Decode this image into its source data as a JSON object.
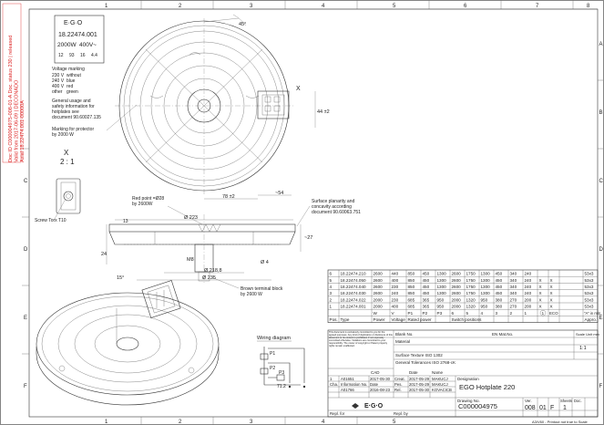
{
  "frame": {
    "cols": [
      "1",
      "2",
      "3",
      "4",
      "5",
      "6",
      "7",
      "8"
    ],
    "rows": [
      "A",
      "B",
      "C",
      "D",
      "E",
      "F"
    ]
  },
  "doc_stamp": {
    "line1": "Doc ID C000004975-008-01-A  Doc. status 230 | released",
    "line2": "Valid from 2017-06-09 | DECONADO",
    "line3": "Axial 18.22474.001-00000A"
  },
  "rating_label": {
    "part": "18.22474.001",
    "power": "2000W",
    "voltage": "400V~",
    "small": [
      "12",
      "93",
      "16",
      "4.4"
    ]
  },
  "notes": {
    "voltage_title": "Voltage marking",
    "v_rows": [
      {
        "v": "230 V",
        "c": "without"
      },
      {
        "v": "240 V",
        "c": "blue"
      },
      {
        "v": "400 V",
        "c": "red"
      },
      {
        "v": "other",
        "c": "green"
      }
    ],
    "general": [
      "General usage and",
      "safety information for",
      "hotplates see",
      "document 90.60027.135"
    ],
    "protector": [
      "Marking for protector",
      "by 2000 W"
    ],
    "detail_title": "X",
    "detail_scale": "2 : 1",
    "screw": "Screw Torx T10",
    "red_point": [
      "Red point =Ø28",
      "by 2600W"
    ],
    "surface": [
      "Surface planarity and",
      "concavity according",
      "document 90.60063.751"
    ],
    "terminal": [
      "Brown terminal block",
      "by 2600 W"
    ],
    "wiring_title": "Wiring diagram"
  },
  "dims": {
    "angle": "45°",
    "d1": "78 ±2",
    "d2": "~54",
    "d3": "44 ±2",
    "d4": "Ø 223",
    "d5": "Ø 218,8",
    "d6": "Ø 235",
    "d7": "M8",
    "d8": "Ø 4",
    "d9": "~27",
    "d10": "24",
    "d11": "13",
    "d12": "15°",
    "view_x": "X",
    "pins": [
      "P1",
      "P2",
      "P3",
      "71.2"
    ]
  },
  "variants": {
    "headers": [
      "Pos.",
      "Type",
      "Power",
      "Voltage",
      "Rated power",
      "Switch positions",
      "Appro."
    ],
    "units": [
      "W",
      "V",
      "P1",
      "P2",
      "P3",
      "6",
      "5",
      "4",
      "3",
      "2",
      "1"
    ],
    "rows": [
      {
        "pos": "6",
        "type": "18.22474.210",
        "w": "2600",
        "v": "440",
        "p1": "850",
        "p2": "450",
        "p3": "1300",
        "s6": "2600",
        "s5": "1750",
        "s4": "1300",
        "s3": "450",
        "s2": "340",
        "s1": "240",
        "c1": "",
        "c2": "",
        "appro": "53x3"
      },
      {
        "pos": "5",
        "type": "18.22474.050",
        "w": "2600",
        "v": "400",
        "p1": "850",
        "p2": "450",
        "p3": "1300",
        "s6": "2600",
        "s5": "1750",
        "s4": "1300",
        "s3": "450",
        "s2": "340",
        "s1": "240",
        "c1": "X",
        "c2": "X",
        "appro": "53x3"
      },
      {
        "pos": "4",
        "type": "18.22474.040",
        "w": "2600",
        "v": "230",
        "p1": "850",
        "p2": "450",
        "p3": "1300",
        "s6": "2600",
        "s5": "1750",
        "s4": "1300",
        "s3": "450",
        "s2": "340",
        "s1": "240",
        "c1": "X",
        "c2": "X",
        "appro": "53x3"
      },
      {
        "pos": "3",
        "type": "18.22474.030",
        "w": "2600",
        "v": "240",
        "p1": "850",
        "p2": "450",
        "p3": "1300",
        "s6": "2600",
        "s5": "1750",
        "s4": "1300",
        "s3": "450",
        "s2": "340",
        "s1": "240",
        "c1": "X",
        "c2": "X",
        "appro": "53x3"
      },
      {
        "pos": "2",
        "type": "18.22474.022",
        "w": "2000",
        "v": "230",
        "p1": "685",
        "p2": "365",
        "p3": "950",
        "s6": "2000",
        "s5": "1320",
        "s4": "950",
        "s3": "380",
        "s2": "270",
        "s1": "200",
        "c1": "X",
        "c2": "X",
        "appro": "53x3"
      },
      {
        "pos": "1",
        "type": "18.22474.001",
        "w": "2000",
        "v": "400",
        "p1": "685",
        "p2": "365",
        "p3": "950",
        "s6": "2000",
        "s5": "1320",
        "s4": "950",
        "s3": "380",
        "s2": "270",
        "s1": "200",
        "c1": "X",
        "c2": "X",
        "appro": "53x3"
      }
    ],
    "circle": "1",
    "eco": "ECO",
    "unit": "\"A\" in mm"
  },
  "title_block": {
    "blank_no": "Blank No.",
    "en_no": "EN Mat.No.",
    "scale_lbl": "Scale Unit mm",
    "material": "Material",
    "scale": "1:1",
    "surface": "Surface Texture  ISO 1302",
    "tolerances": "General Tolerances  ISO 2768-cK",
    "warning": "This document is exclusively committed to you for the agreed purposes. Any kind of duplication or disclosure of this document or its content is prohibited, if not expressly committed otherwise. Violations are committed to your responsibility. The owner of copyright or Patent property rights remain unaffected.",
    "cad_lbl": "CAD",
    "date_lbl": "Date",
    "name_lbl": "Name",
    "rev": [
      {
        "a": "1",
        "b": "A01651",
        "c": "2017-05-30",
        "d": "Creat.",
        "e": "2017-05-29",
        "f": "MAKUCJ"
      },
      {
        "a": "Cha.",
        "b": "Information No.",
        "c": "Date",
        "d": "Pes.",
        "e": "2017-05-29",
        "f": "MAKUCJ"
      },
      {
        "a": "",
        "b": "A01766",
        "c": "2016-08-23",
        "d": "Rel.",
        "e": "2017-05-30",
        "f": "KOVACICB"
      }
    ],
    "designation_lbl": "Designation",
    "designation": "EGO Hotplate 220",
    "logo": "E·G·O",
    "drawing_lbl": "Drawing No.",
    "drawing_no": "C000004975",
    "ver_lbl": "Ver.",
    "ver": "008",
    "ver2": "01",
    "ver3": "F",
    "sheets_lbl": "Sheets",
    "sheet": "1",
    "doc_lbl": "Doc.",
    "replaced_lbl": "Repl. for",
    "replaced_by": "Repl. by",
    "footer": "A3/V60 - Printout not true to Scale"
  }
}
